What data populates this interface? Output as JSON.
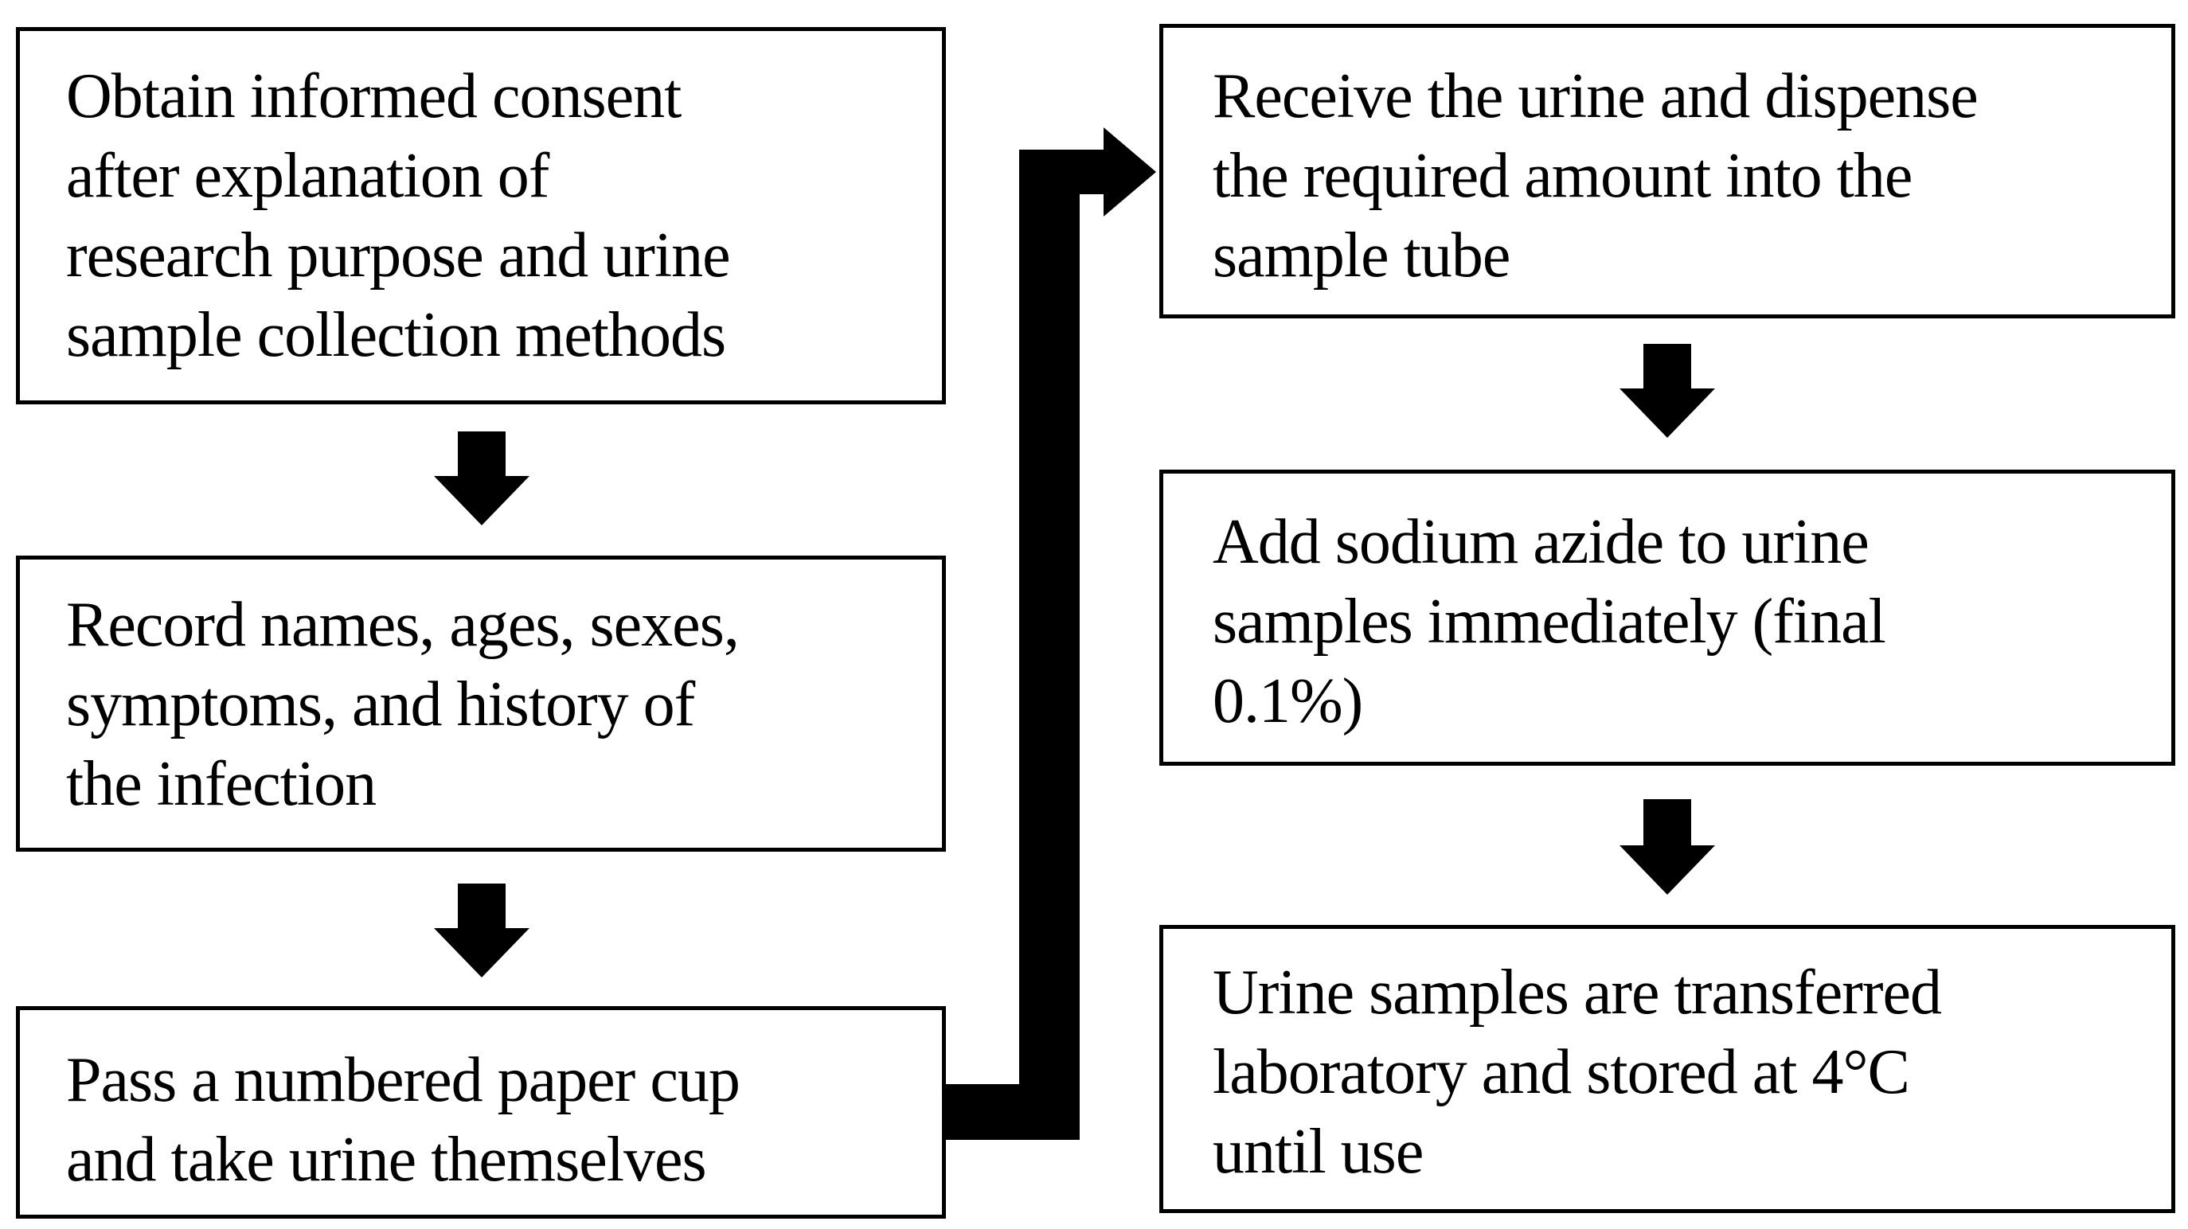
{
  "steps": [
    {
      "id": "step-1",
      "lines": [
        "Obtain informed consent",
        "after explanation of",
        "research purpose and urine",
        "sample collection methods"
      ]
    },
    {
      "id": "step-2",
      "lines": [
        "Record names, ages, sexes,",
        "symptoms, and history of",
        "the infection"
      ]
    },
    {
      "id": "step-3",
      "lines": [
        "Pass a numbered paper cup",
        "and take urine themselves"
      ]
    },
    {
      "id": "step-4",
      "lines": [
        "Receive the urine and dispense",
        "the required amount into the",
        "sample tube"
      ]
    },
    {
      "id": "step-5",
      "lines": [
        "Add sodium azide to urine",
        "samples immediately (final",
        "0.1%)"
      ]
    },
    {
      "id": "step-6",
      "lines": [
        "Urine samples are transferred",
        "laboratory and stored at 4°C",
        "until use"
      ]
    }
  ],
  "connections": [
    {
      "from": "step-1",
      "to": "step-2"
    },
    {
      "from": "step-2",
      "to": "step-3"
    },
    {
      "from": "step-3",
      "to": "step-4"
    },
    {
      "from": "step-4",
      "to": "step-5"
    },
    {
      "from": "step-5",
      "to": "step-6"
    }
  ],
  "colors": {
    "stroke": "#000000",
    "fill": "#ffffff",
    "arrow": "#000000"
  }
}
